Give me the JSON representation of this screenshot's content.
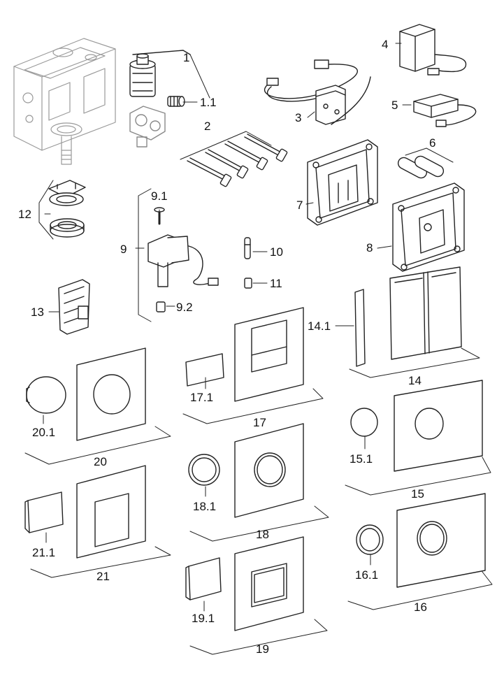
{
  "labels": {
    "l1": "1",
    "l1_1": "1.1",
    "l2": "2",
    "l3": "3",
    "l4": "4",
    "l5": "5",
    "l6": "6",
    "l7": "7",
    "l8": "8",
    "l9": "9",
    "l9_1": "9.1",
    "l9_2": "9.2",
    "l10": "10",
    "l11": "11",
    "l12": "12",
    "l13": "13",
    "l14": "14",
    "l14_1": "14.1",
    "l15": "15",
    "l15_1": "15.1",
    "l16": "16",
    "l16_1": "16.1",
    "l17": "17",
    "l17_1": "17.1",
    "l18": "18",
    "l18_1": "18.1",
    "l19": "19",
    "l19_1": "19.1",
    "l20": "20",
    "l20_1": "20.1",
    "l21": "21",
    "l21_1": "21.1"
  },
  "colors": {
    "stroke": "#222222",
    "light": "#9a9a9a",
    "fill": "#ffffff",
    "dark": "#333333"
  }
}
